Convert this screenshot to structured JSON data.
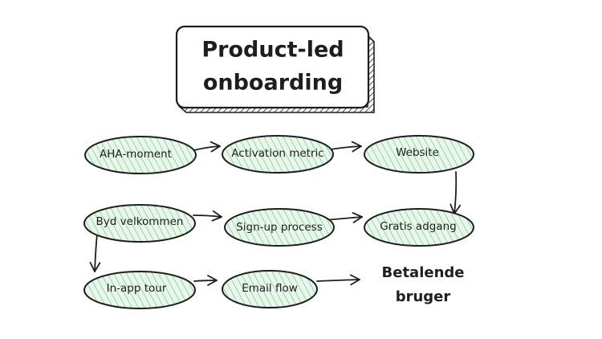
{
  "title": {
    "line1": "Product-led",
    "line2": "onboarding"
  },
  "nodes": [
    {
      "id": "aha",
      "label": "AHA-moment"
    },
    {
      "id": "activation",
      "label": "Activation metric"
    },
    {
      "id": "website",
      "label": "Website"
    },
    {
      "id": "welcome",
      "label": "Byd velkommen"
    },
    {
      "id": "signup",
      "label": "Sign-up process"
    },
    {
      "id": "free",
      "label": "Gratis adgang"
    },
    {
      "id": "tour",
      "label": "In-app tour"
    },
    {
      "id": "email",
      "label": "Email flow"
    }
  ],
  "outcome": {
    "line1": "Betalende",
    "line2": "bruger"
  },
  "colors": {
    "stroke": "#1e1e1e",
    "fill": "#b2f2bb",
    "hatch": "#40c057",
    "background": "#ffffff"
  }
}
